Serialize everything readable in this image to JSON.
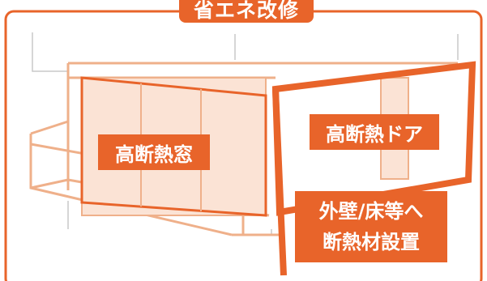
{
  "title": "省エネ改修",
  "labels": {
    "window": "高断熱窓",
    "door": "高断熱ドア",
    "wall_line1": "外壁/床等へ",
    "wall_line2": "断熱材設置"
  },
  "colors": {
    "accent": "#e8642a",
    "light_outline": "#efb08a",
    "panel_fill": "#fbe3d5",
    "frame_border": "#e8642a",
    "grid_gray": "#c9c9c9"
  }
}
